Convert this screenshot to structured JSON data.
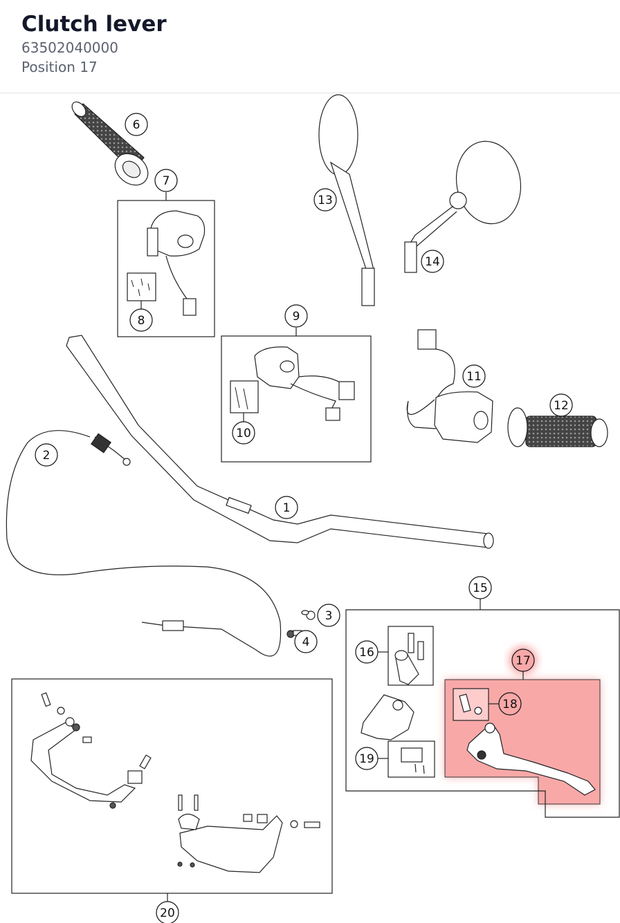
{
  "header": {
    "title": "Clutch lever",
    "part_number": "63502040000",
    "position": "Position 17"
  },
  "diagram": {
    "highlight_color": "#f58a8a",
    "callouts": [
      "1",
      "2",
      "3",
      "4",
      "6",
      "7",
      "8",
      "9",
      "10",
      "11",
      "12",
      "13",
      "14",
      "15",
      "16",
      "17",
      "18",
      "19",
      "20"
    ],
    "selected": "17"
  }
}
